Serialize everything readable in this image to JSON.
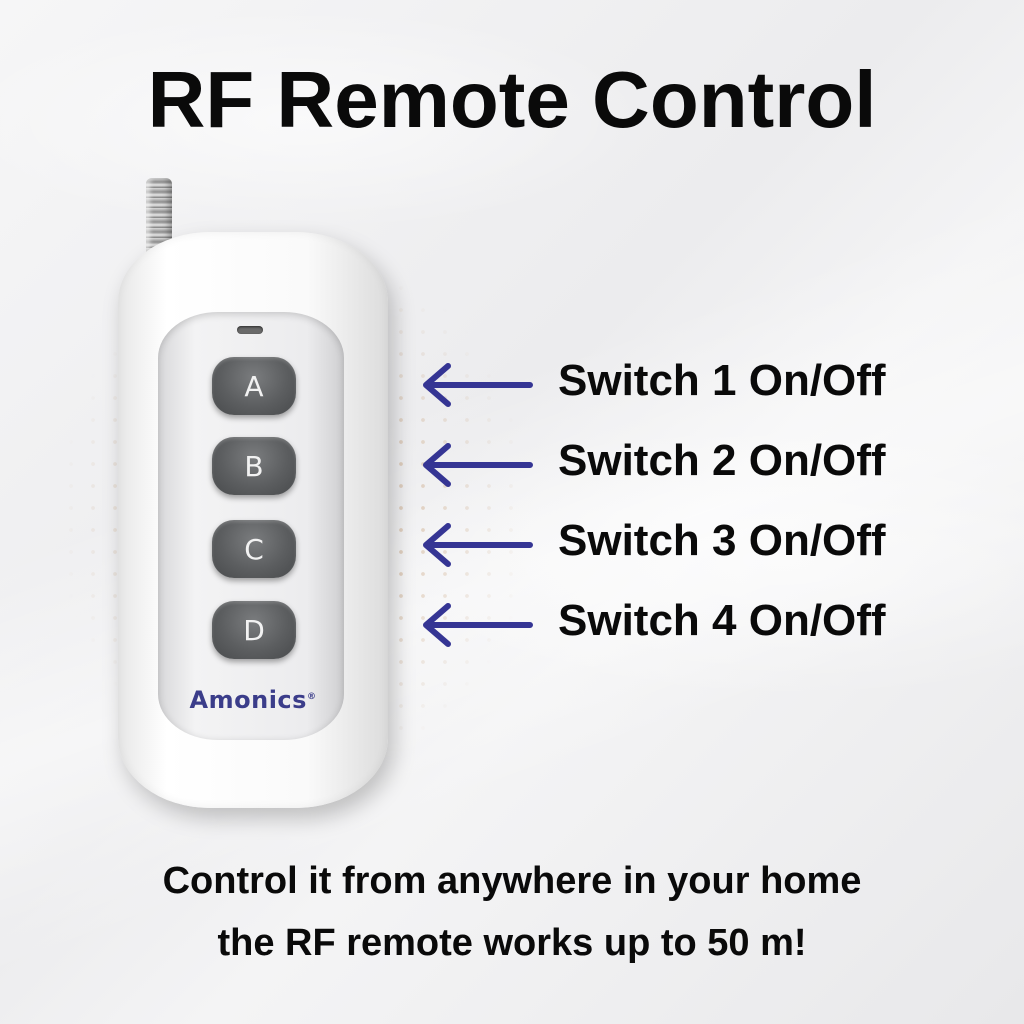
{
  "title": "RF Remote Control",
  "remote": {
    "brand": "Amonics",
    "brand_mark": "®",
    "buttons": [
      "A",
      "B",
      "C",
      "D"
    ]
  },
  "labels": [
    "Switch 1 On/Off",
    "Switch 2 On/Off",
    "Switch 3 On/Off",
    "Switch 4 On/Off"
  ],
  "caption": {
    "line1": "Control it from anywhere in your home",
    "line2": "the RF remote works up to 50 m!"
  },
  "colors": {
    "arrow": "#353594",
    "brand": "#3b3d8a",
    "button": "#5c5e60",
    "text": "#0a0a0a"
  },
  "icons": [
    "arrow-left-icon"
  ]
}
